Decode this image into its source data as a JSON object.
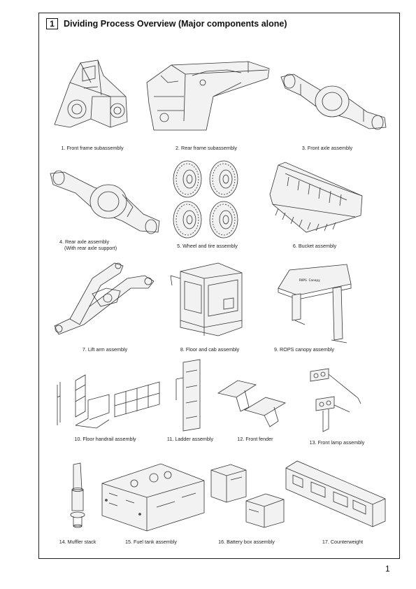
{
  "section": {
    "number": "1",
    "title": "Dividing Process Overview (Major components alone)"
  },
  "components": [
    {
      "label": "1. Front frame subassembly"
    },
    {
      "label": "2. Rear frame subassembly"
    },
    {
      "label": "3. Front axle assembly"
    },
    {
      "label": "4. Rear axle assembly",
      "label2": "(With rear axle support)"
    },
    {
      "label": "5. Wheel and tire assembly"
    },
    {
      "label": "6. Bucket assembly"
    },
    {
      "label": "7. Lift arm assembly"
    },
    {
      "label": "8. Floor and cab assembly"
    },
    {
      "label": "9. ROPS canopy assembly",
      "sign_text": "ROPS Canopy"
    },
    {
      "label": "10. Floor handrail assembly"
    },
    {
      "label": "11. Ladder assembly"
    },
    {
      "label": "12. Front fender"
    },
    {
      "label": "13. Front lamp assembly"
    },
    {
      "label": "14. Muffler stack"
    },
    {
      "label": "15. Fuel tank assembly"
    },
    {
      "label": "16. Battery box assembly"
    },
    {
      "label": "17. Counterweight"
    }
  ],
  "page_number": "1"
}
